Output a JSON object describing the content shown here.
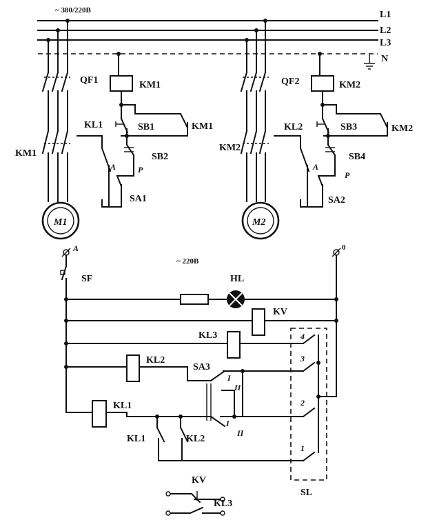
{
  "supply": {
    "top_voltage": "~ 380/220B",
    "bus_labels": [
      "L1",
      "L2",
      "L3",
      "N"
    ],
    "control_voltage": "~ 220B",
    "terminal_phase": "A",
    "terminal_zero": "0"
  },
  "motor_circuit_1": {
    "breaker": "QF1",
    "contactor_coil": "KM1",
    "contactor_aux": "KM1",
    "contactor_main": "KM1",
    "relay_contact": "KL1",
    "start_button": "SB1",
    "stop_button": "SB2",
    "mode_a": "A",
    "mode_p": "P",
    "selector": "SA1",
    "motor": "M1"
  },
  "motor_circuit_2": {
    "breaker": "QF2",
    "contactor_coil": "KM2",
    "contactor_aux": "KM2",
    "contactor_main": "KM2",
    "relay_contact": "KL2",
    "start_button": "SB3",
    "stop_button": "SB4",
    "mode_a": "A",
    "mode_p": "P",
    "selector": "SA2",
    "motor": "M2"
  },
  "control_circuit": {
    "breaker": "SF",
    "lamp": "HL",
    "voltage_relay": "KV",
    "relay_3": "KL3",
    "relay_2": "KL2",
    "relay_1": "KL1",
    "selector": "SA3",
    "selector_pos_1": "I",
    "selector_pos_2": "II",
    "contact_kl1": "KL1",
    "contact_kl2": "KL2",
    "level_switch": "SL",
    "level_contacts": [
      "4",
      "3",
      "2",
      "1"
    ]
  },
  "legend": {
    "kv_contact": "KV",
    "kl3_contact": "KL3"
  }
}
